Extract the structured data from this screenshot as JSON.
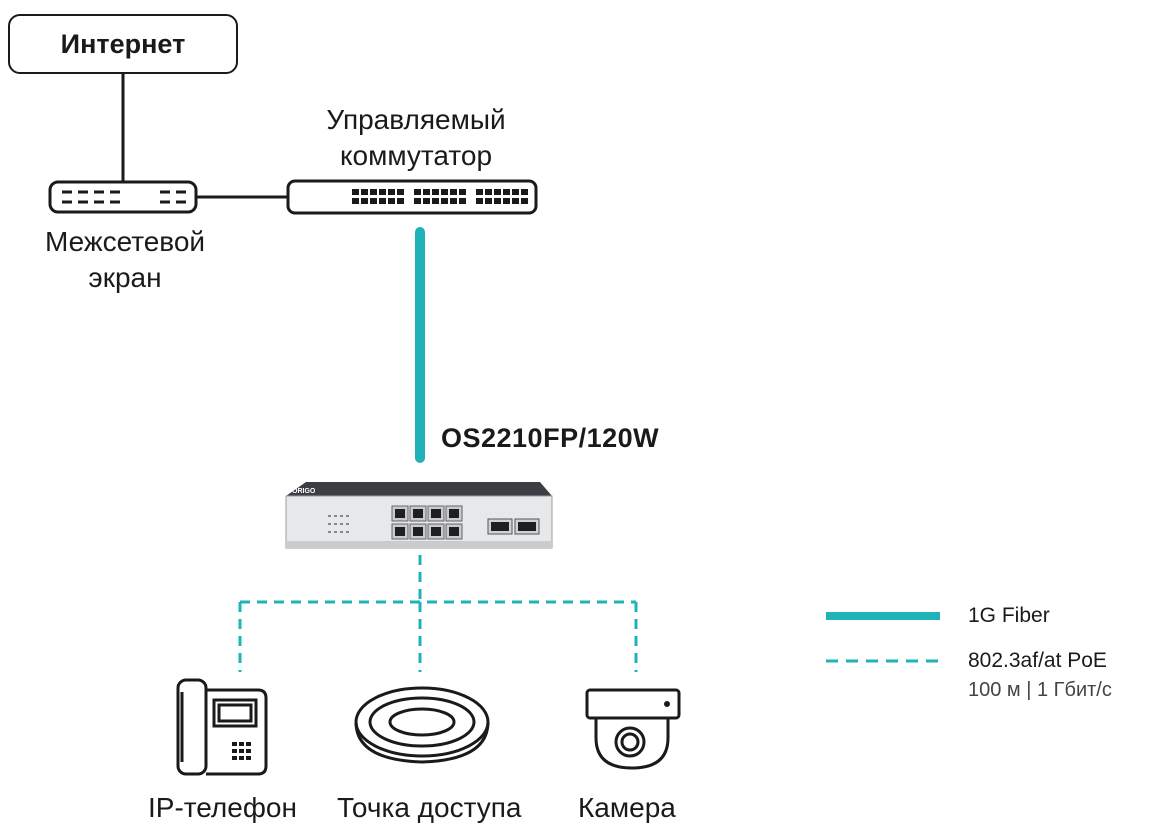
{
  "nodes": {
    "internet": "Интернет",
    "managed_switch": [
      "Управляемый",
      "коммутатор"
    ],
    "firewall": [
      "Межсетевой",
      "экран"
    ],
    "poe_switch_model": "OS2210FP/120W",
    "ip_phone": "IP-телефон",
    "access_point": "Точка доступа",
    "camera": "Камера"
  },
  "legend": {
    "fiber": "1G Fiber",
    "poe": "802.3af/at PoE",
    "poe_spec": "100 м | 1 Гбит/с"
  },
  "colors": {
    "fiber": "#1fb3b8",
    "poe": "#1fb3b8",
    "outline": "#1a1a1a"
  },
  "icons": {
    "firewall": "firewall-icon",
    "managed_switch": "managed-switch-icon",
    "poe_switch": "poe-switch-icon",
    "ip_phone": "ip-phone-icon",
    "access_point": "access-point-icon",
    "camera": "dome-camera-icon"
  }
}
